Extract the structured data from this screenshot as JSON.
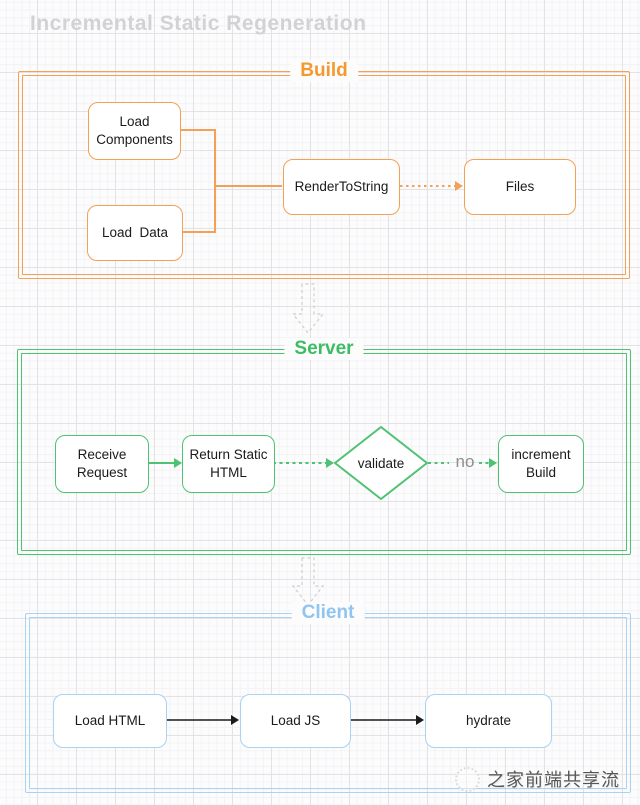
{
  "page": {
    "title": "Incremental Static Regeneration"
  },
  "colors": {
    "build": "#F2A157",
    "build-title": "#F5992E",
    "server": "#4EC273",
    "server-title": "#3DBD63",
    "client": "#A9D2F3",
    "client-title": "#90C5F0",
    "edge-black": "#1a1a1a",
    "muted-arrow": "#cfcfcf",
    "no-label": "#8f8f8f",
    "title-gray": "#d2d2d4"
  },
  "sections": {
    "build": {
      "label": "Build",
      "nodes": {
        "load_components": "Load\nComponents",
        "load_data": "Load  Data",
        "render_to_string": "RenderToString",
        "files": "Files"
      }
    },
    "server": {
      "label": "Server",
      "nodes": {
        "receive_request": "Receive\nRequest",
        "return_static_html": "Return Static\nHTML",
        "validate": "validate",
        "increment_build": "increment\nBuild"
      },
      "edge_label_no": "no"
    },
    "client": {
      "label": "Client",
      "nodes": {
        "load_html": "Load HTML",
        "load_js": "Load JS",
        "hydrate": "hydrate"
      }
    }
  },
  "watermark": {
    "text": "之家前端共享流"
  }
}
